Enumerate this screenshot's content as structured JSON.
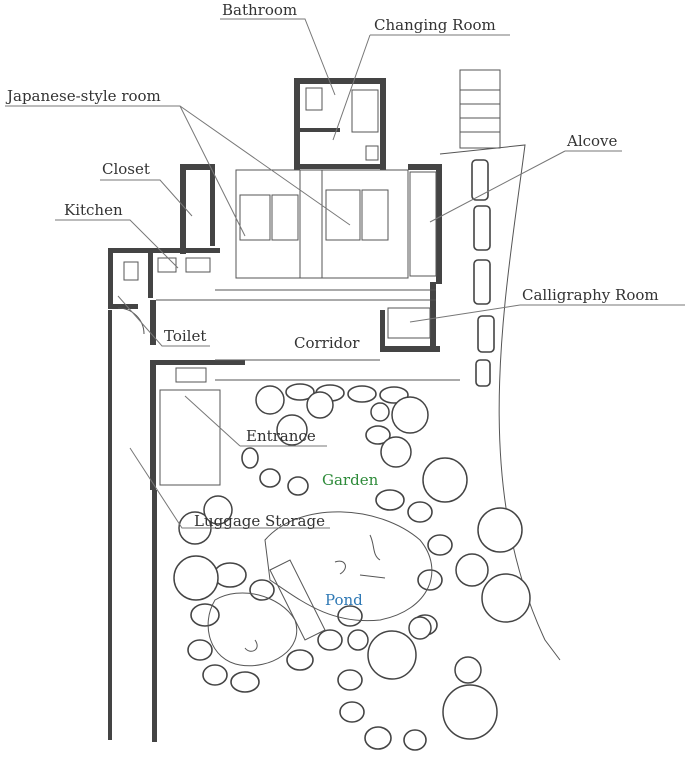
{
  "labels": {
    "bathroom": "Bathroom",
    "changing_room": "Changing Room",
    "japanese_room": "Japanese-style room",
    "alcove": "Alcove",
    "closet": "Closet",
    "kitchen": "Kitchen",
    "calligraphy_room": "Calligraphy Room",
    "toilet": "Toilet",
    "corridor": "Corridor",
    "entrance": "Entrance",
    "garden": "Garden",
    "luggage_storage": "Luggage Storage",
    "pond": "Pond"
  },
  "colors": {
    "ink": "#444444",
    "label_text": "#333333",
    "garden_label": "#2e8b3a",
    "pond_label": "#2f79b5"
  }
}
